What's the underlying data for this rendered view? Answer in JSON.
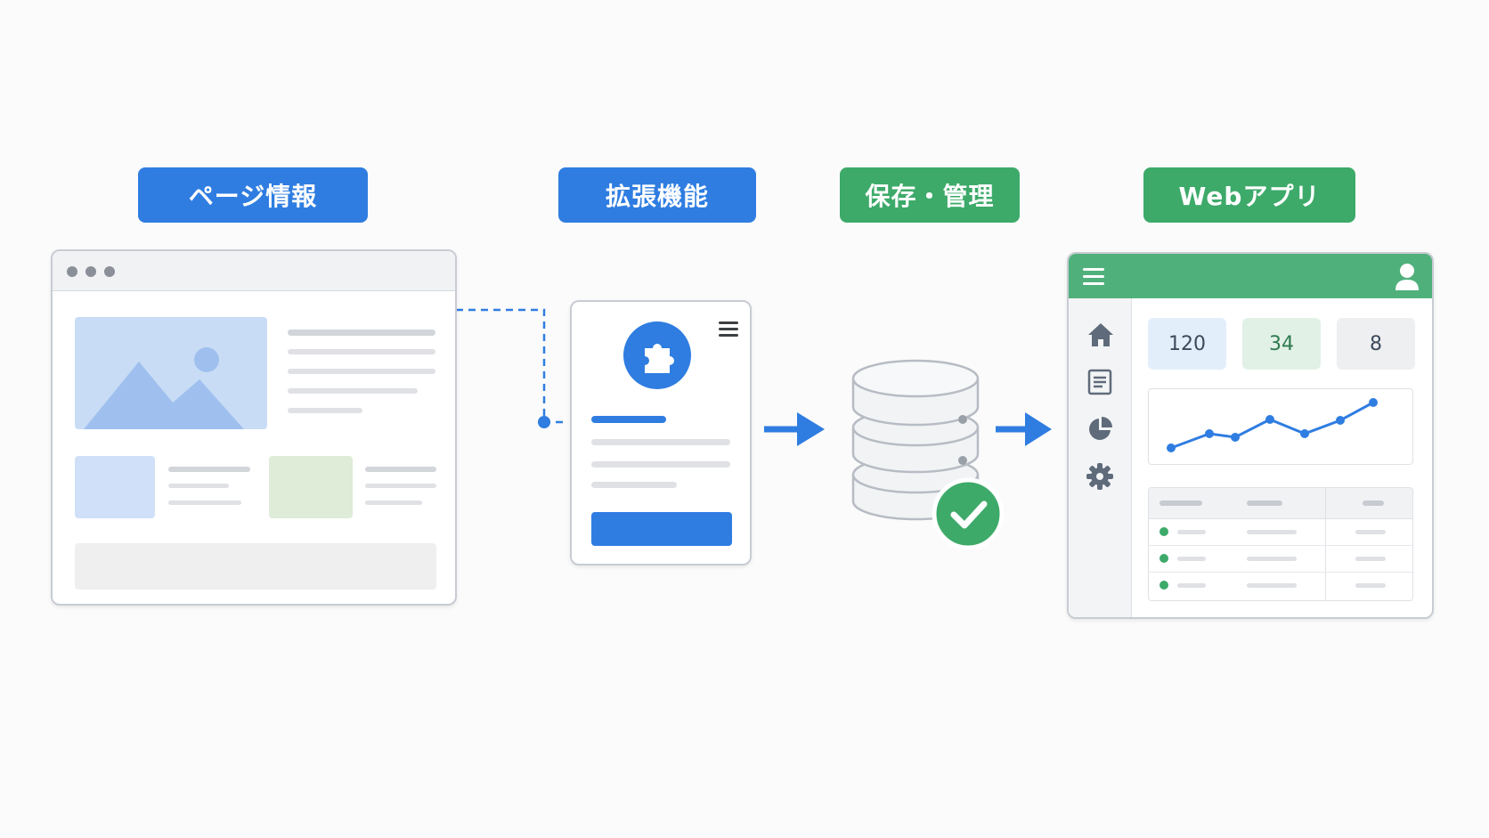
{
  "labels": {
    "page_info": "ページ情報",
    "extension": "拡張機能",
    "storage": "保存・管理",
    "web_app": "Webアプリ"
  },
  "stats": {
    "first": "120",
    "second": "34",
    "third": "8"
  },
  "colors": {
    "blue": "#2f7de1",
    "green": "#3daa6a",
    "app_header": "#50b07c"
  },
  "icons": [
    "puzzle-icon",
    "menu-icon",
    "database-icon",
    "check-icon",
    "home-icon",
    "document-icon",
    "pie-chart-icon",
    "gear-icon",
    "user-icon",
    "image-icon"
  ]
}
